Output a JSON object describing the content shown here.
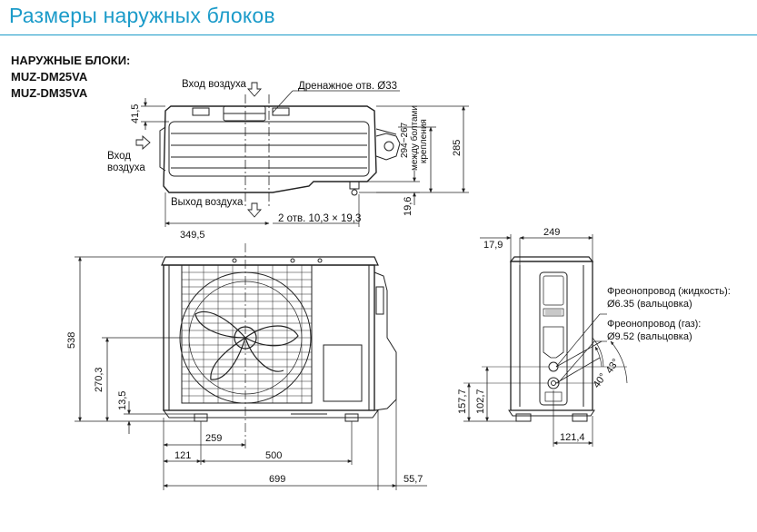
{
  "header": {
    "title": "Размеры наружных блоков",
    "models_heading": "НАРУЖНЫЕ БЛОКИ:",
    "model_1": "MUZ-DM25VA",
    "model_2": "MUZ-DM35VA"
  },
  "top_view": {
    "air_in_top": "Вход воздуха",
    "drain": "Дренажное отв. Ø33",
    "air_in_side_1": "Вход",
    "air_in_side_2": "воздуха",
    "air_out": "Выход воздуха",
    "holes": "2 отв. 10,3 × 19,3",
    "dim_41_5": "41,5",
    "dim_349_5": "349,5",
    "dim_19_6": "19,6",
    "dim_285": "285",
    "mount_range": "294~267",
    "mount_1": "между болтами",
    "mount_2": "крепления"
  },
  "front_view": {
    "dim_538": "538",
    "dim_270_3": "270,3",
    "dim_13_5": "13,5",
    "dim_259": "259",
    "dim_121": "121",
    "dim_500": "500",
    "dim_699": "699",
    "dim_55_7": "55,7"
  },
  "side_view": {
    "dim_17_9": "17,9",
    "dim_249": "249",
    "pipe_liquid_1": "Фреонопровод (жидкость):",
    "pipe_liquid_2": "Ø6.35 (вальцовка)",
    "pipe_gas_1": "Фреонопровод (газ):",
    "pipe_gas_2": "Ø9.52 (вальцовка)",
    "angle_43": "43°",
    "angle_40": "40°",
    "dim_157_7": "157,7",
    "dim_102_7": "102,7",
    "dim_121_4": "121,4"
  },
  "colors": {
    "accent": "#1b9bc9",
    "line": "#222222"
  }
}
